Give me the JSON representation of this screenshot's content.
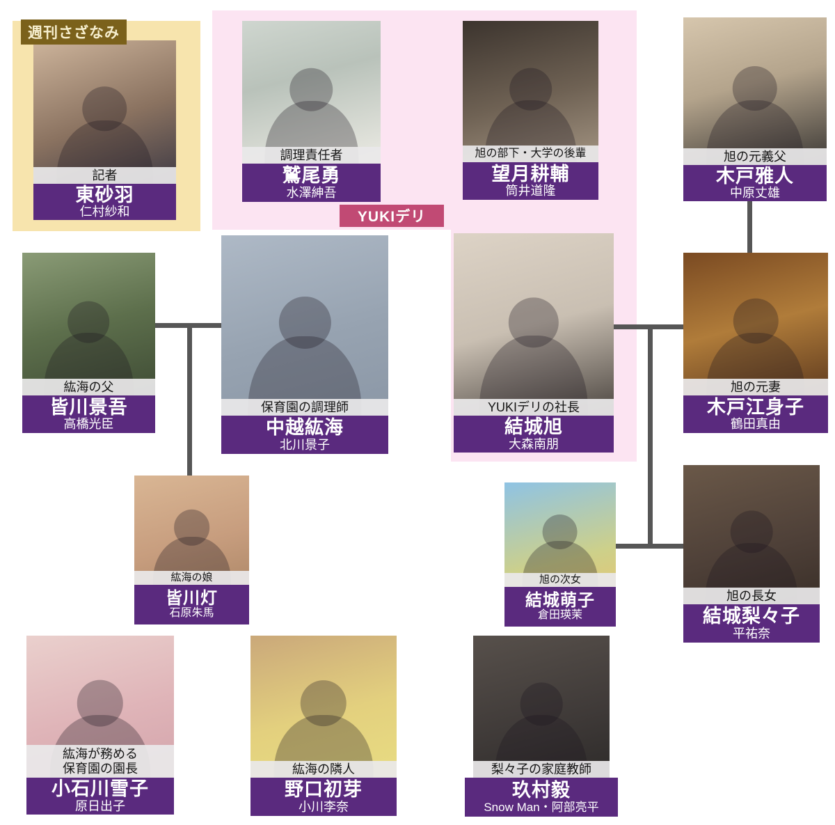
{
  "groups": {
    "weekly_sazanami": {
      "label": "週刊さざなみ",
      "box_color": "#f7e4ad",
      "badge_color": "#7b611b",
      "badge_text_color": "#f7efcf"
    },
    "yuki_deli": {
      "label": "YUKIデリ",
      "box_color": "#fce4f2",
      "badge_color": "#c14a74",
      "badge_text_color": "#ffffff"
    }
  },
  "colors": {
    "name_box": "#5a2a7e",
    "role_band": "#e9e8ea",
    "connector": "#565656",
    "background": "#ffffff"
  },
  "people": [
    {
      "role": "記者",
      "name": "東砂羽",
      "actor": "仁村紗和",
      "photo_alt": "woman-holding-camera",
      "photo_style": "background:linear-gradient(160deg,#cdb49b,#8a7260 55%,#3e3a44)"
    },
    {
      "role": "調理責任者",
      "name": "鷲尾勇",
      "actor": "水澤紳吾",
      "photo_alt": "smiling-man-white-chef-coat",
      "photo_style": "background:linear-gradient(165deg,#cfd6cf,#b9c2ba 40%,#ecebe4)"
    },
    {
      "role": "旭の部下・大学の後輩",
      "name": "望月耕輔",
      "actor": "筒井道隆",
      "photo_alt": "man-beige-turtleneck",
      "photo_style": "background:linear-gradient(165deg,#3c342e,#6f6254 55%,#a39482)"
    },
    {
      "role": "旭の元義父",
      "name": "木戸雅人",
      "actor": "中原丈雄",
      "photo_alt": "older-man-gray-beard-suit",
      "photo_style": "background:linear-gradient(165deg,#d6c6ad,#b4a48c 45%,#3a3734)"
    },
    {
      "role": "紘海の父",
      "name": "皆川景吾",
      "actor": "高橋光臣",
      "photo_alt": "man-outdoors-forest",
      "photo_style": "background:linear-gradient(165deg,#8a9b76,#5d6f4c 50%,#3f4c35)"
    },
    {
      "role": "保育園の調理師",
      "name": "中越紘海",
      "actor": "北川景子",
      "photo_alt": "woman-gray-turtleneck",
      "photo_style": "background:linear-gradient(165deg,#aeb9c6,#97a3b1 55%,#8b97a6)"
    },
    {
      "role": "YUKIデリの社長",
      "name": "結城旭",
      "actor": "大森南朋",
      "photo_alt": "man-dark-suit-tie",
      "photo_style": "background:linear-gradient(165deg,#ddd3c6,#c9bfb2 50%,#4a443f)"
    },
    {
      "role": "旭の元妻",
      "name": "木戸江身子",
      "actor": "鶴田真由",
      "photo_alt": "woman-at-bar",
      "photo_style": "background:linear-gradient(165deg,#7a4a22,#b07c3a 50%,#5e3a1e)"
    },
    {
      "role": "紘海の娘",
      "name": "皆川灯",
      "actor": "石原朱馬",
      "photo_alt": "little-girl-red-ribbons",
      "photo_style": "background:linear-gradient(165deg,#d9b694,#c79d7e 60%,#b08a6a)"
    },
    {
      "role": "旭の次女",
      "name": "結城萌子",
      "actor": "倉田瑛茉",
      "photo_alt": "smiling-girl-bob-haircut",
      "photo_style": "background:linear-gradient(165deg,#8fc3e4,#cdd08a 70%,#e0c878)"
    },
    {
      "role": "旭の長女",
      "name": "結城梨々子",
      "actor": "平祐奈",
      "photo_alt": "young-woman-long-hair",
      "photo_style": "background:linear-gradient(165deg,#6a5848,#4e4038 60%,#3a2f28)"
    },
    {
      "role": "紘海が務める\n保育園の園長",
      "name": "小石川雪子",
      "actor": "原日出子",
      "photo_alt": "smiling-woman-pink-jacket",
      "photo_style": "background:linear-gradient(165deg,#ead0cd,#dfb4b8 55%,#d3a4ab)"
    },
    {
      "role": "紘海の隣人",
      "name": "野口初芽",
      "actor": "小川李奈",
      "photo_alt": "young-woman-yellow-hoodie",
      "photo_style": "background:linear-gradient(165deg,#caa87a,#e3d07e 55%,#e8dc82)"
    },
    {
      "role": "梨々子の家庭教師",
      "name": "玖村毅",
      "actor": "Snow Man・阿部亮平",
      "photo_alt": "young-man-glasses-suit",
      "photo_style": "background:linear-gradient(165deg,#57504b,#3f3a38 60%,#2e2b2a)"
    }
  ],
  "connectors": [
    {
      "from": "皆川景吾",
      "to": "中越紘海",
      "type": "couple-line"
    },
    {
      "from": "皆川景吾・中越紘海",
      "to": "皆川灯",
      "type": "child-line"
    },
    {
      "from": "結城旭",
      "to": "木戸江身子",
      "type": "ex-couple-line"
    },
    {
      "from": "結城旭・木戸江身子",
      "to": "結城萌子・結城梨々子",
      "type": "children-line"
    },
    {
      "from": "木戸雅人",
      "to": "木戸江身子",
      "type": "parent-line"
    }
  ]
}
